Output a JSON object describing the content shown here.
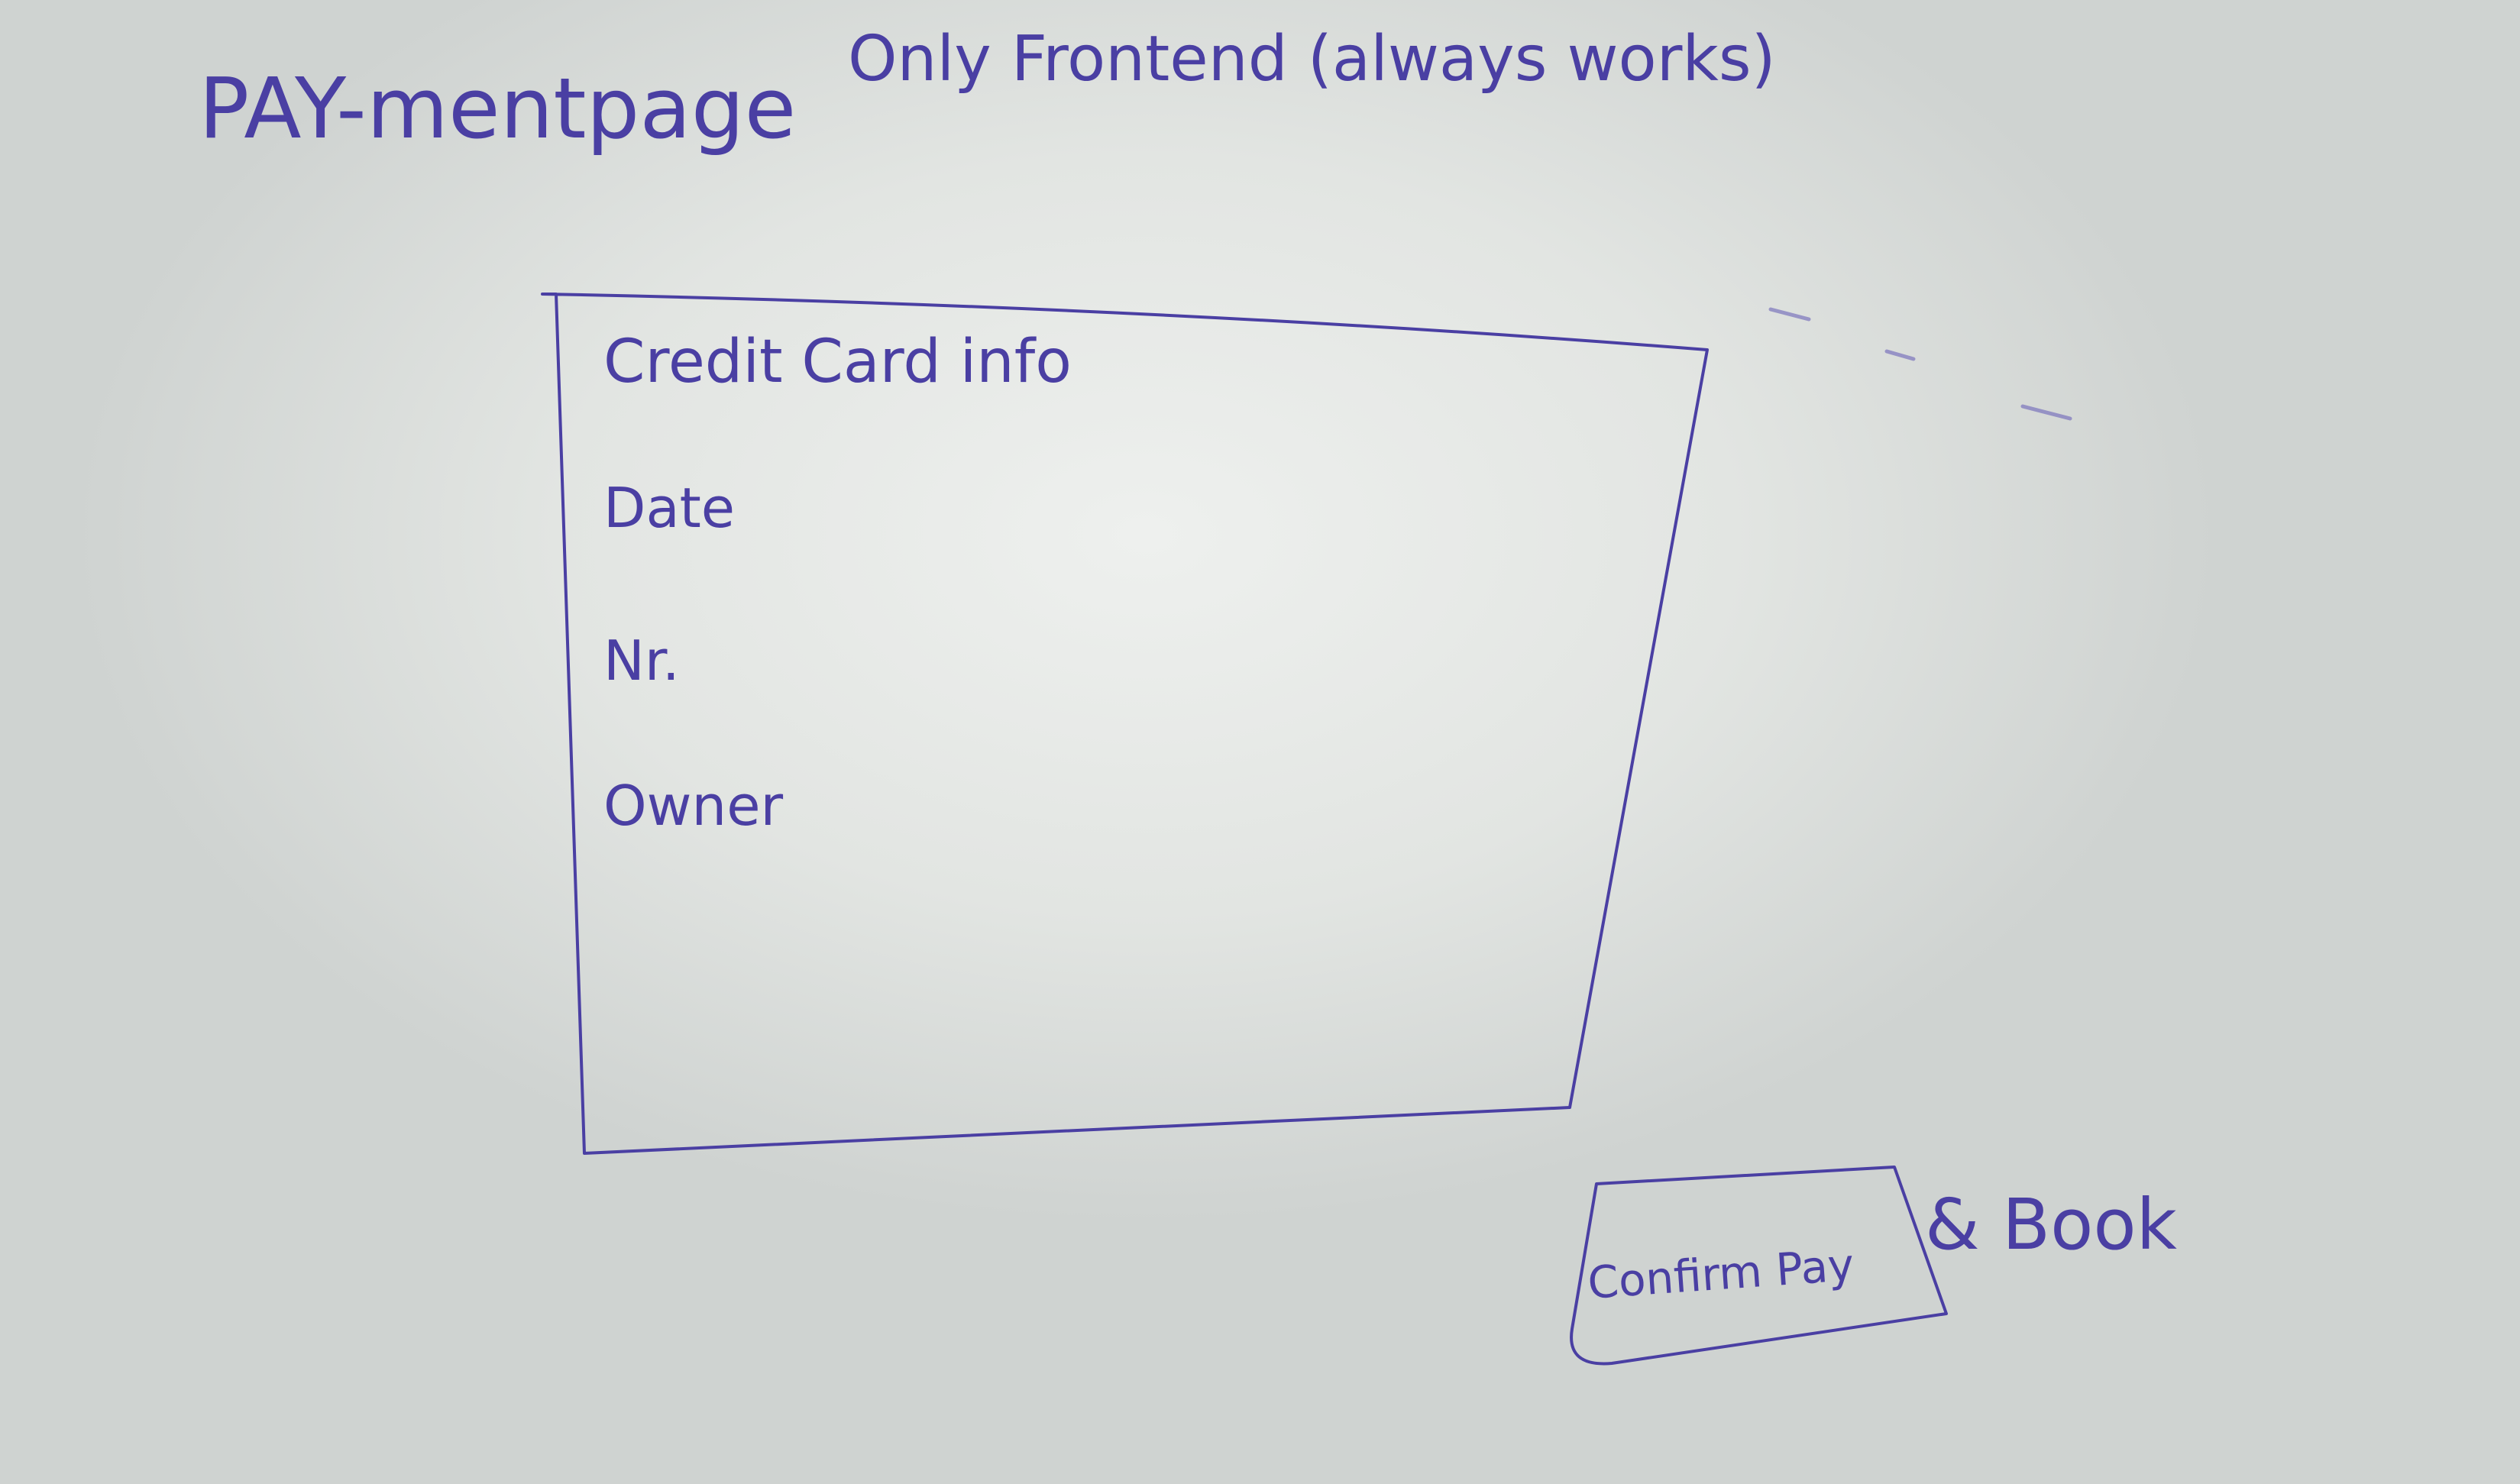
{
  "header": {
    "title": "PAY-mentpage",
    "note": "Only Frontend (always works)"
  },
  "card_form": {
    "heading": "Credit Card info",
    "fields": [
      {
        "label": "Date"
      },
      {
        "label": "Nr."
      },
      {
        "label": "Owner"
      }
    ]
  },
  "action": {
    "button_label": "Confirm Pay",
    "side_note": "& Book"
  },
  "colors": {
    "ink": "#4a3fa3",
    "board": "#e3e6e3"
  }
}
